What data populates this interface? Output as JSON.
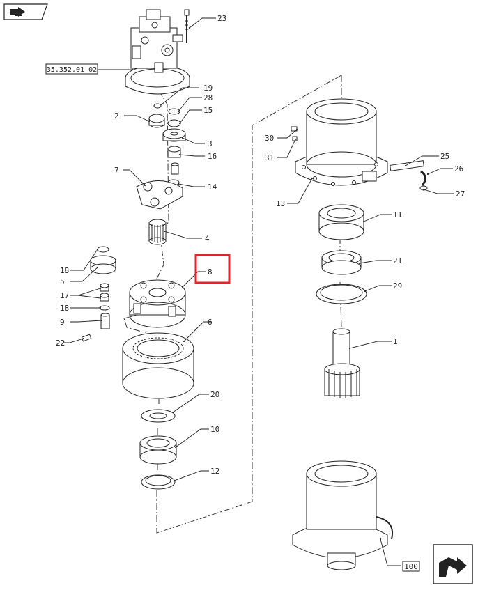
{
  "diagram": {
    "reference_label": "35.352.01 02",
    "highlight_color": "#e8202a",
    "callouts": {
      "c1": "1",
      "c2": "2",
      "c3": "3",
      "c4": "4",
      "c5": "5",
      "c6": "6",
      "c7": "7",
      "c8": "8",
      "c9": "9",
      "c10": "10",
      "c11": "11",
      "c12": "12",
      "c13": "13",
      "c14": "14",
      "c15": "15",
      "c16": "16",
      "c17": "17",
      "c18a": "18",
      "c18b": "18",
      "c19": "19",
      "c20": "20",
      "c21": "21",
      "c22": "22",
      "c23": "23",
      "c25": "25",
      "c26": "26",
      "c27": "27",
      "c28": "28",
      "c29": "29",
      "c30": "30",
      "c31": "31",
      "c100": "100"
    },
    "icons": {
      "top_left": "page-back-icon",
      "bottom_right": "next-page-icon"
    }
  }
}
